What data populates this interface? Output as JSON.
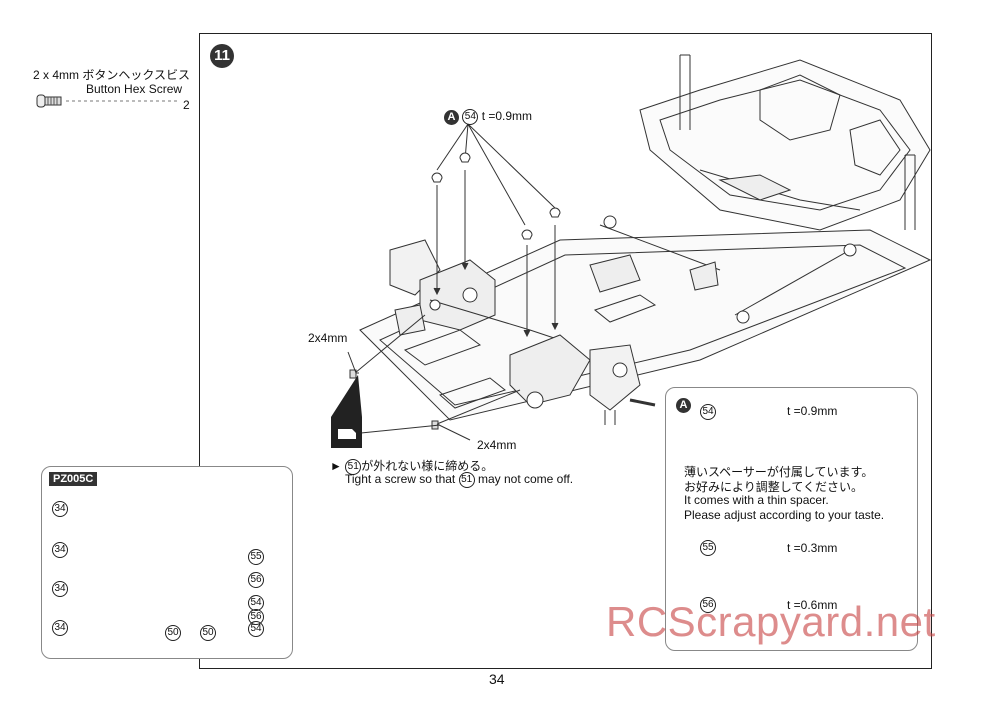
{
  "step_number": "11",
  "screw_callout": {
    "size": "2 x 4mm",
    "name_jp": "ボタンヘックスビス",
    "name_en": "Button Hex Screw",
    "quantity": "2"
  },
  "main_callout": {
    "marker": "A",
    "part": "54",
    "thickness": "t =0.9mm"
  },
  "screw_labels": [
    "2x4mm",
    "2x4mm"
  ],
  "instruction": {
    "part": "51",
    "jp_suffix": "が外れない様に締める。",
    "en_prefix": "Tight a screw so that",
    "en_suffix": "may not come off."
  },
  "inset": {
    "marker": "A",
    "spacers": [
      {
        "part": "54",
        "thickness": "t =0.9mm"
      },
      {
        "part": "55",
        "thickness": "t =0.3mm"
      },
      {
        "part": "56",
        "thickness": "t =0.6mm"
      }
    ],
    "note_jp_1": "薄いスペーサーが付属しています。",
    "note_jp_2": "お好みにより調整してください。",
    "note_en_1": "It comes with a thin spacer.",
    "note_en_2": "Please adjust according to your taste."
  },
  "sprue": {
    "code": "PZ005C",
    "labels": [
      "34",
      "34",
      "34",
      "34",
      "50",
      "50",
      "55",
      "56",
      "54",
      "56",
      "54"
    ]
  },
  "watermark": "RCScrapyard.net",
  "page_number": "34"
}
